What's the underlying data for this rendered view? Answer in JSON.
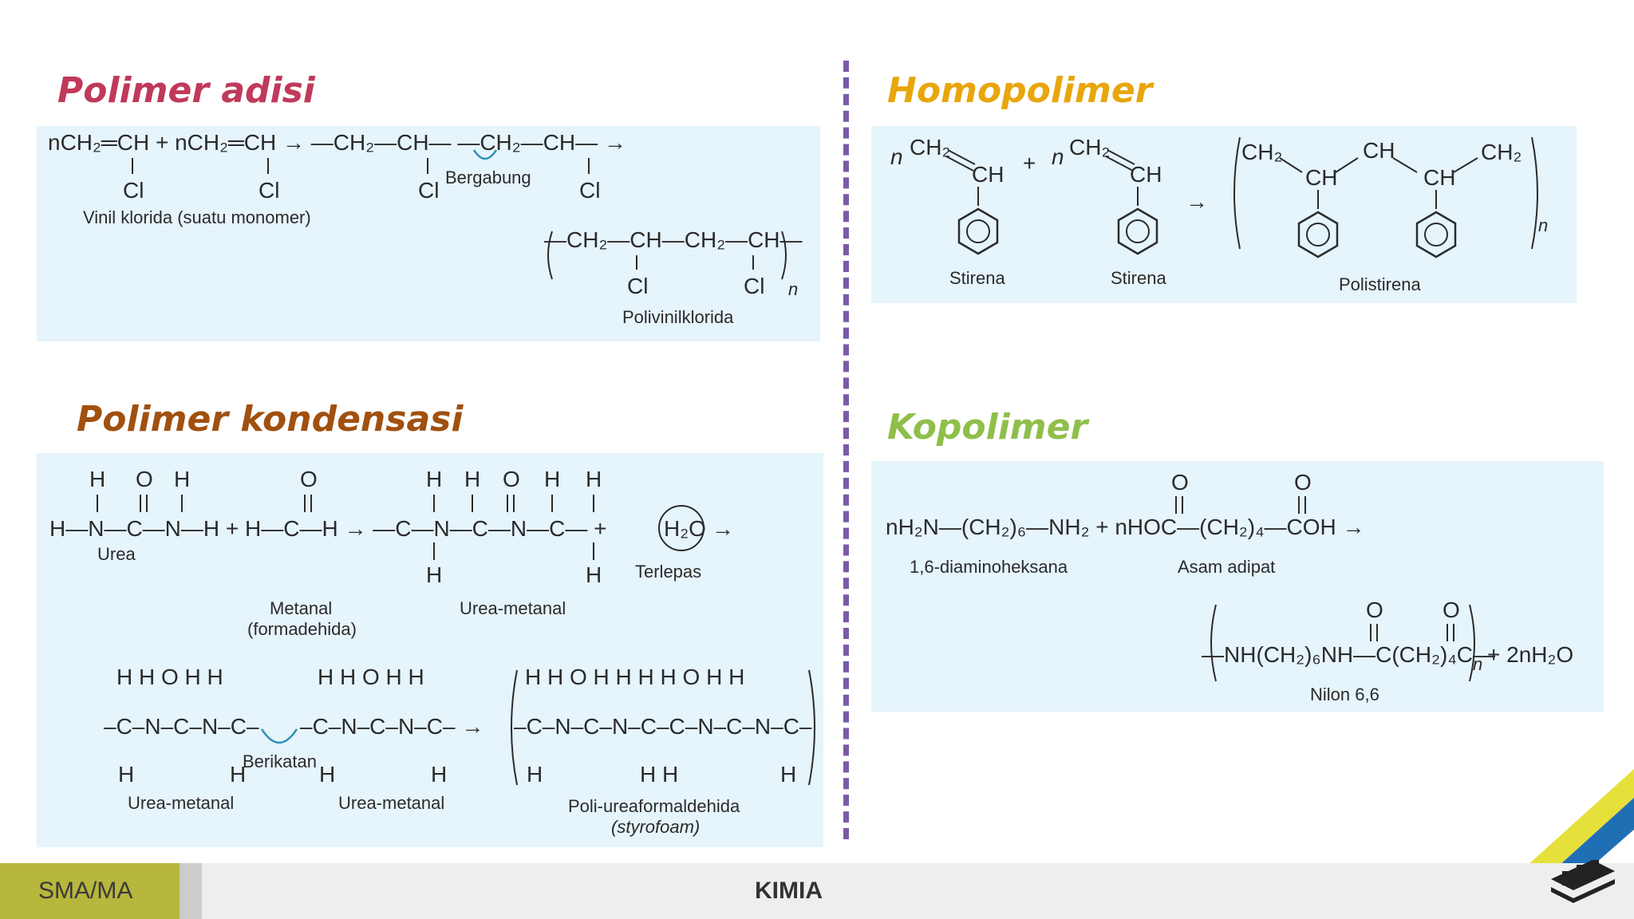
{
  "headings": {
    "adisi": "Polimer adisi",
    "kondensasi": "Polimer kondensasi",
    "homo": "Homopolimer",
    "kopolimer": "Kopolimer"
  },
  "colors": {
    "adisi": "#c0395a",
    "kondensasi": "#a0500f",
    "homo": "#e8a60c",
    "kopolimer": "#8fbf4a",
    "panel": "#e6f4fb",
    "divider": "#7b5aa6"
  },
  "labels": {
    "vinil_klorida": "Vinil klorida (suatu monomer)",
    "bergabung": "Bergabung",
    "polivinilklorida": "Polivinilklorida",
    "urea": "Urea",
    "metanal": "Metanal",
    "formadehida": "(formadehida)",
    "urea_metanal": "Urea-metanal",
    "terlepas": "Terlepas",
    "berikatan": "Berikatan",
    "poli_urea": "Poli-ureaformaldehida",
    "styrofoam": "(styrofoam)",
    "stirena": "Stirena",
    "polistirena": "Polistirena",
    "diamino": "1,6-diaminoheksana",
    "asam_adipat": "Asam adipat",
    "nilon": "Nilon 6,6"
  },
  "footer": {
    "left": "SMA/MA",
    "center": "KIMIA"
  }
}
